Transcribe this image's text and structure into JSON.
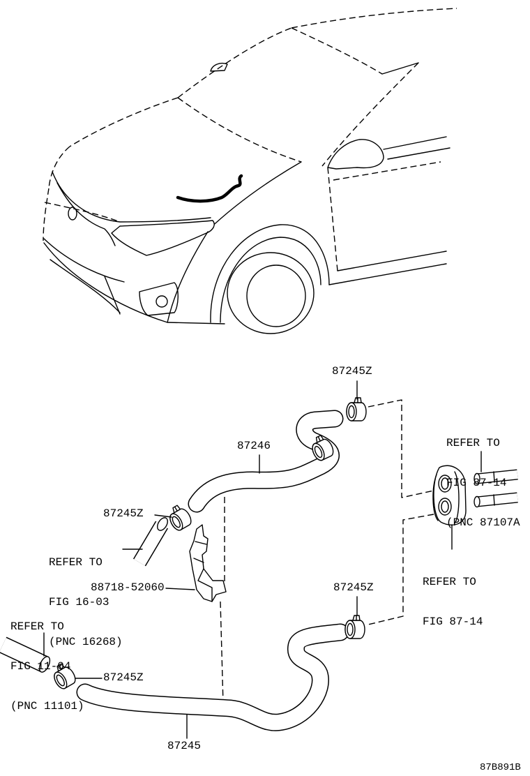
{
  "figure": {
    "labels": {
      "clamp_top": "87245Z",
      "hose_upper": "87246",
      "clamp_mid_left": "87245Z",
      "bracket": "88718-52060",
      "clamp_lower_right": "87245Z",
      "clamp_lower_left": "87245Z",
      "hose_lower": "87245",
      "figure_code": "87B891B"
    },
    "references": {
      "upper_right": [
        "REFER TO",
        "FIG 87-14",
        "(PNC 87107A"
      ],
      "left_pipe": [
        "REFER TO",
        "FIG 16-03",
        "(PNC 16268)"
      ],
      "lower_right": [
        "REFER TO",
        "FIG 87-14"
      ],
      "far_left_pipe": [
        "REFER TO",
        "FIG 11-04",
        "(PNC 11101)"
      ]
    }
  },
  "colors": {
    "line": "#000000",
    "background": "#ffffff"
  }
}
